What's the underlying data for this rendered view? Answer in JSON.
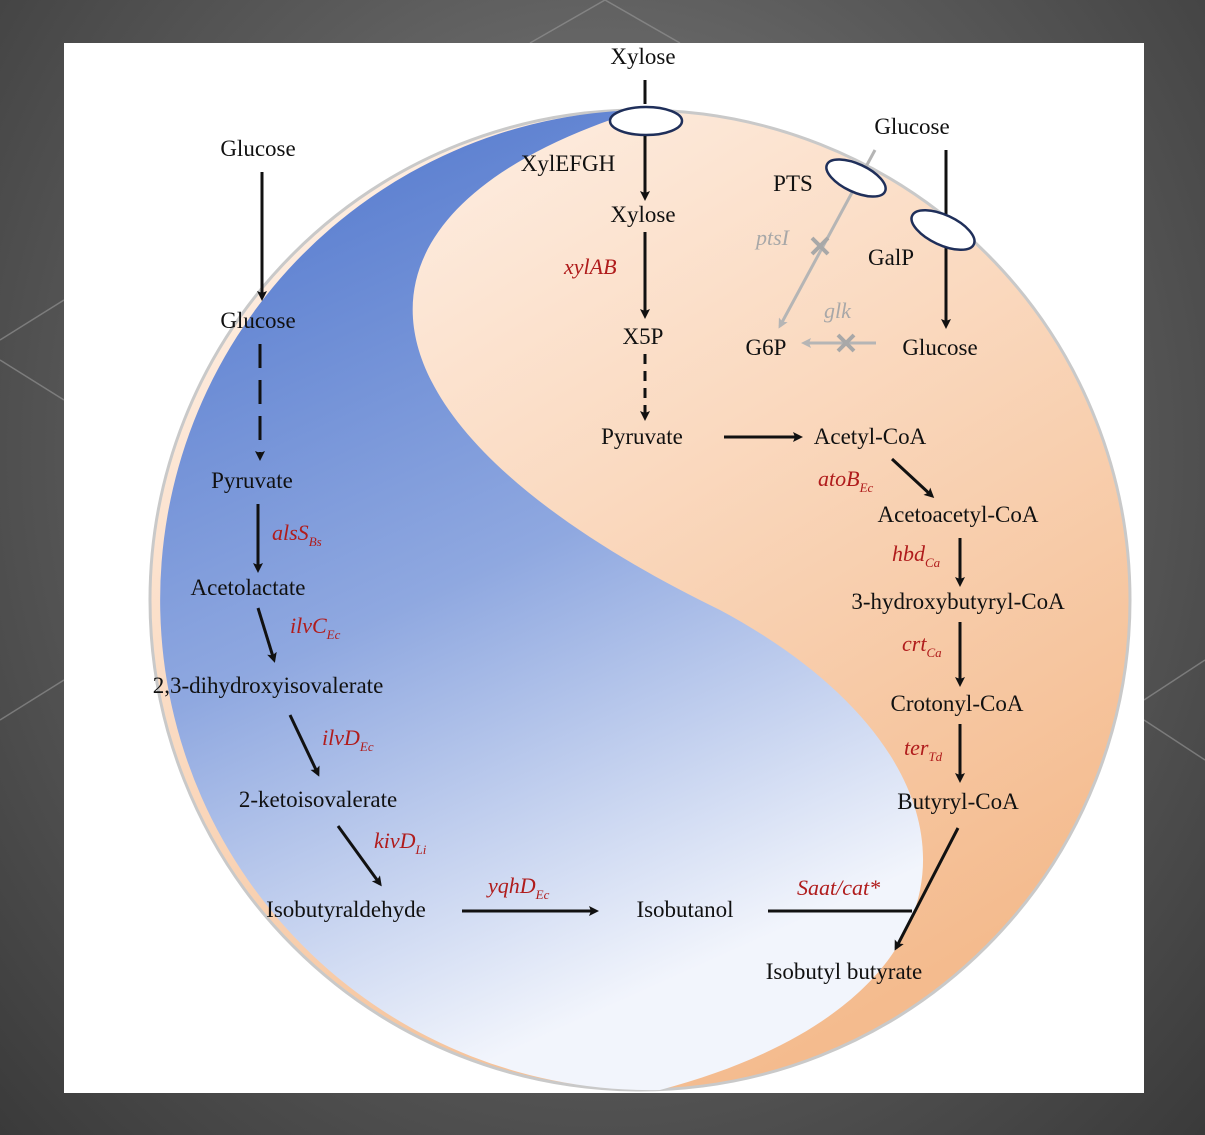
{
  "metabolites": {
    "glucose_in_left": "Glucose",
    "glucose_left": "Glucose",
    "pyruvate_left": "Pyruvate",
    "acetolactate": "Acetolactate",
    "dihydroxyisovalerate": "2,3-dihydroxyisovalerate",
    "ketoisovalerate": "2-ketoisovalerate",
    "isobutyraldehyde": "Isobutyraldehyde",
    "isobutanol": "Isobutanol",
    "xylose_out": "Xylose",
    "xylose_in": "Xylose",
    "x5p": "X5P",
    "pyruvate_right": "Pyruvate",
    "acetyl_coa": "Acetyl-CoA",
    "acetoacetyl_coa": "Acetoacetyl-CoA",
    "hydroxybutyryl_coa": "3-hydroxybutyryl-CoA",
    "crotonyl_coa": "Crotonyl-CoA",
    "butyryl_coa": "Butyryl-CoA",
    "isobutyl_butyrate": "Isobutyl butyrate",
    "glucose_out_right": "Glucose",
    "glucose_in_right": "Glucose",
    "g6p": "G6P"
  },
  "transporters": {
    "xylefgh": "XylEFGH",
    "pts": "PTS",
    "galp": "GalP"
  },
  "enzymes": {
    "alss": {
      "name": "alsS",
      "sub": "Bs"
    },
    "ilvc": {
      "name": "ilvC",
      "sub": "Ec"
    },
    "ilvd": {
      "name": "ilvD",
      "sub": "Ec"
    },
    "kivd": {
      "name": "kivD",
      "sub": "Li"
    },
    "yqhd": {
      "name": "yqhD",
      "sub": "Ec"
    },
    "xylab": {
      "name": "xylAB"
    },
    "atob": {
      "name": "atoB",
      "sub": "Ec"
    },
    "hbd": {
      "name": "hbd",
      "sub": "Ca"
    },
    "crt": {
      "name": "crt",
      "sub": "Ca"
    },
    "ter": {
      "name": "ter",
      "sub": "Td"
    },
    "saat": {
      "name": "Saat/cat*"
    },
    "ptsi": {
      "name": "ptsI"
    },
    "glk": {
      "name": "glk"
    }
  },
  "colors": {
    "blue_cell": "#5b7fcf",
    "peach_cell": "#f6c39a",
    "enzyme_red": "#b01c1c",
    "knockout_gray": "#a8a8a8",
    "arrow_black": "#111111"
  }
}
